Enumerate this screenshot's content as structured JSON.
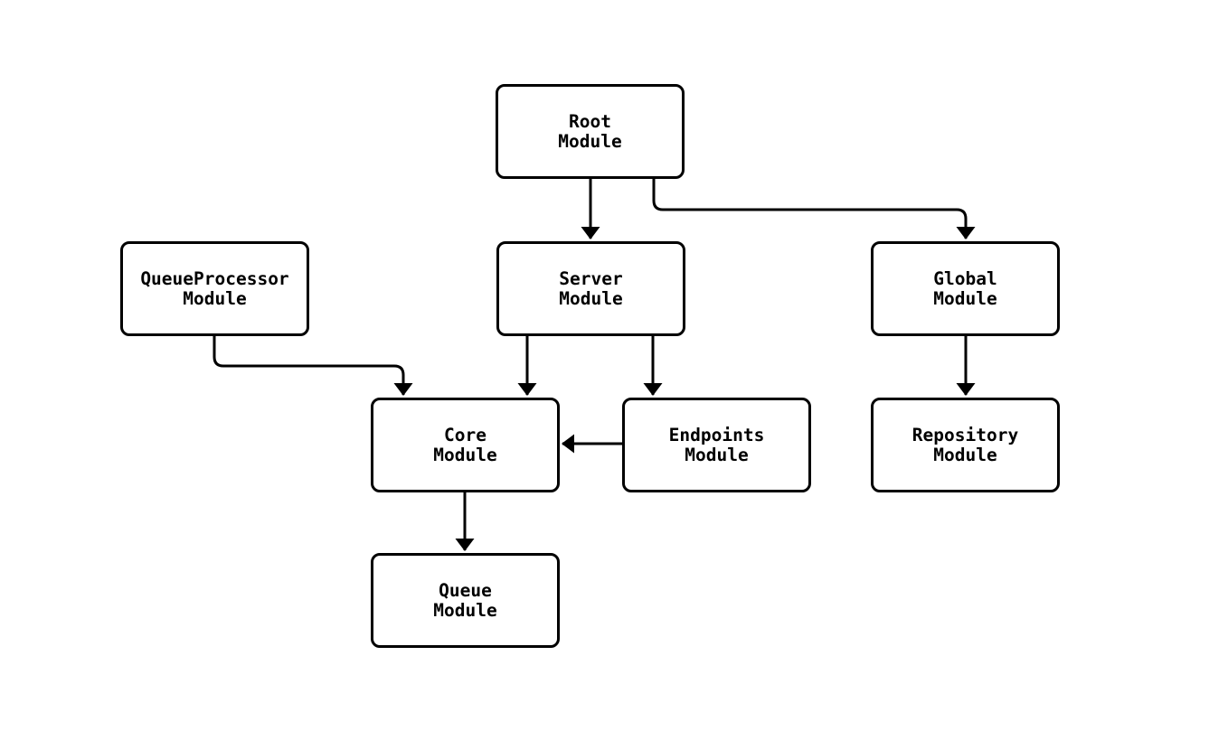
{
  "diagram": {
    "kind": "module-dependency-flowchart",
    "colors": {
      "background": "#ffffff",
      "node_fill": "#ffffff",
      "node_border": "#000000",
      "edge": "#000000",
      "text": "#000000"
    },
    "nodes": [
      {
        "id": "root",
        "line1": "Root",
        "line2": "Module"
      },
      {
        "id": "queueprocessor",
        "line1": "QueueProcessor",
        "line2": "Module"
      },
      {
        "id": "server",
        "line1": "Server",
        "line2": "Module"
      },
      {
        "id": "global",
        "line1": "Global",
        "line2": "Module"
      },
      {
        "id": "core",
        "line1": "Core",
        "line2": "Module"
      },
      {
        "id": "endpoints",
        "line1": "Endpoints",
        "line2": "Module"
      },
      {
        "id": "repository",
        "line1": "Repository",
        "line2": "Module"
      },
      {
        "id": "queue",
        "line1": "Queue",
        "line2": "Module"
      }
    ],
    "edges": [
      {
        "from": "Root Module",
        "to": "Server Module"
      },
      {
        "from": "Root Module",
        "to": "Global Module"
      },
      {
        "from": "QueueProcessor Module",
        "to": "Core Module"
      },
      {
        "from": "Server Module",
        "to": "Core Module"
      },
      {
        "from": "Server Module",
        "to": "Endpoints Module"
      },
      {
        "from": "Endpoints Module",
        "to": "Core Module"
      },
      {
        "from": "Global Module",
        "to": "Repository Module"
      },
      {
        "from": "Core Module",
        "to": "Queue Module"
      }
    ]
  }
}
